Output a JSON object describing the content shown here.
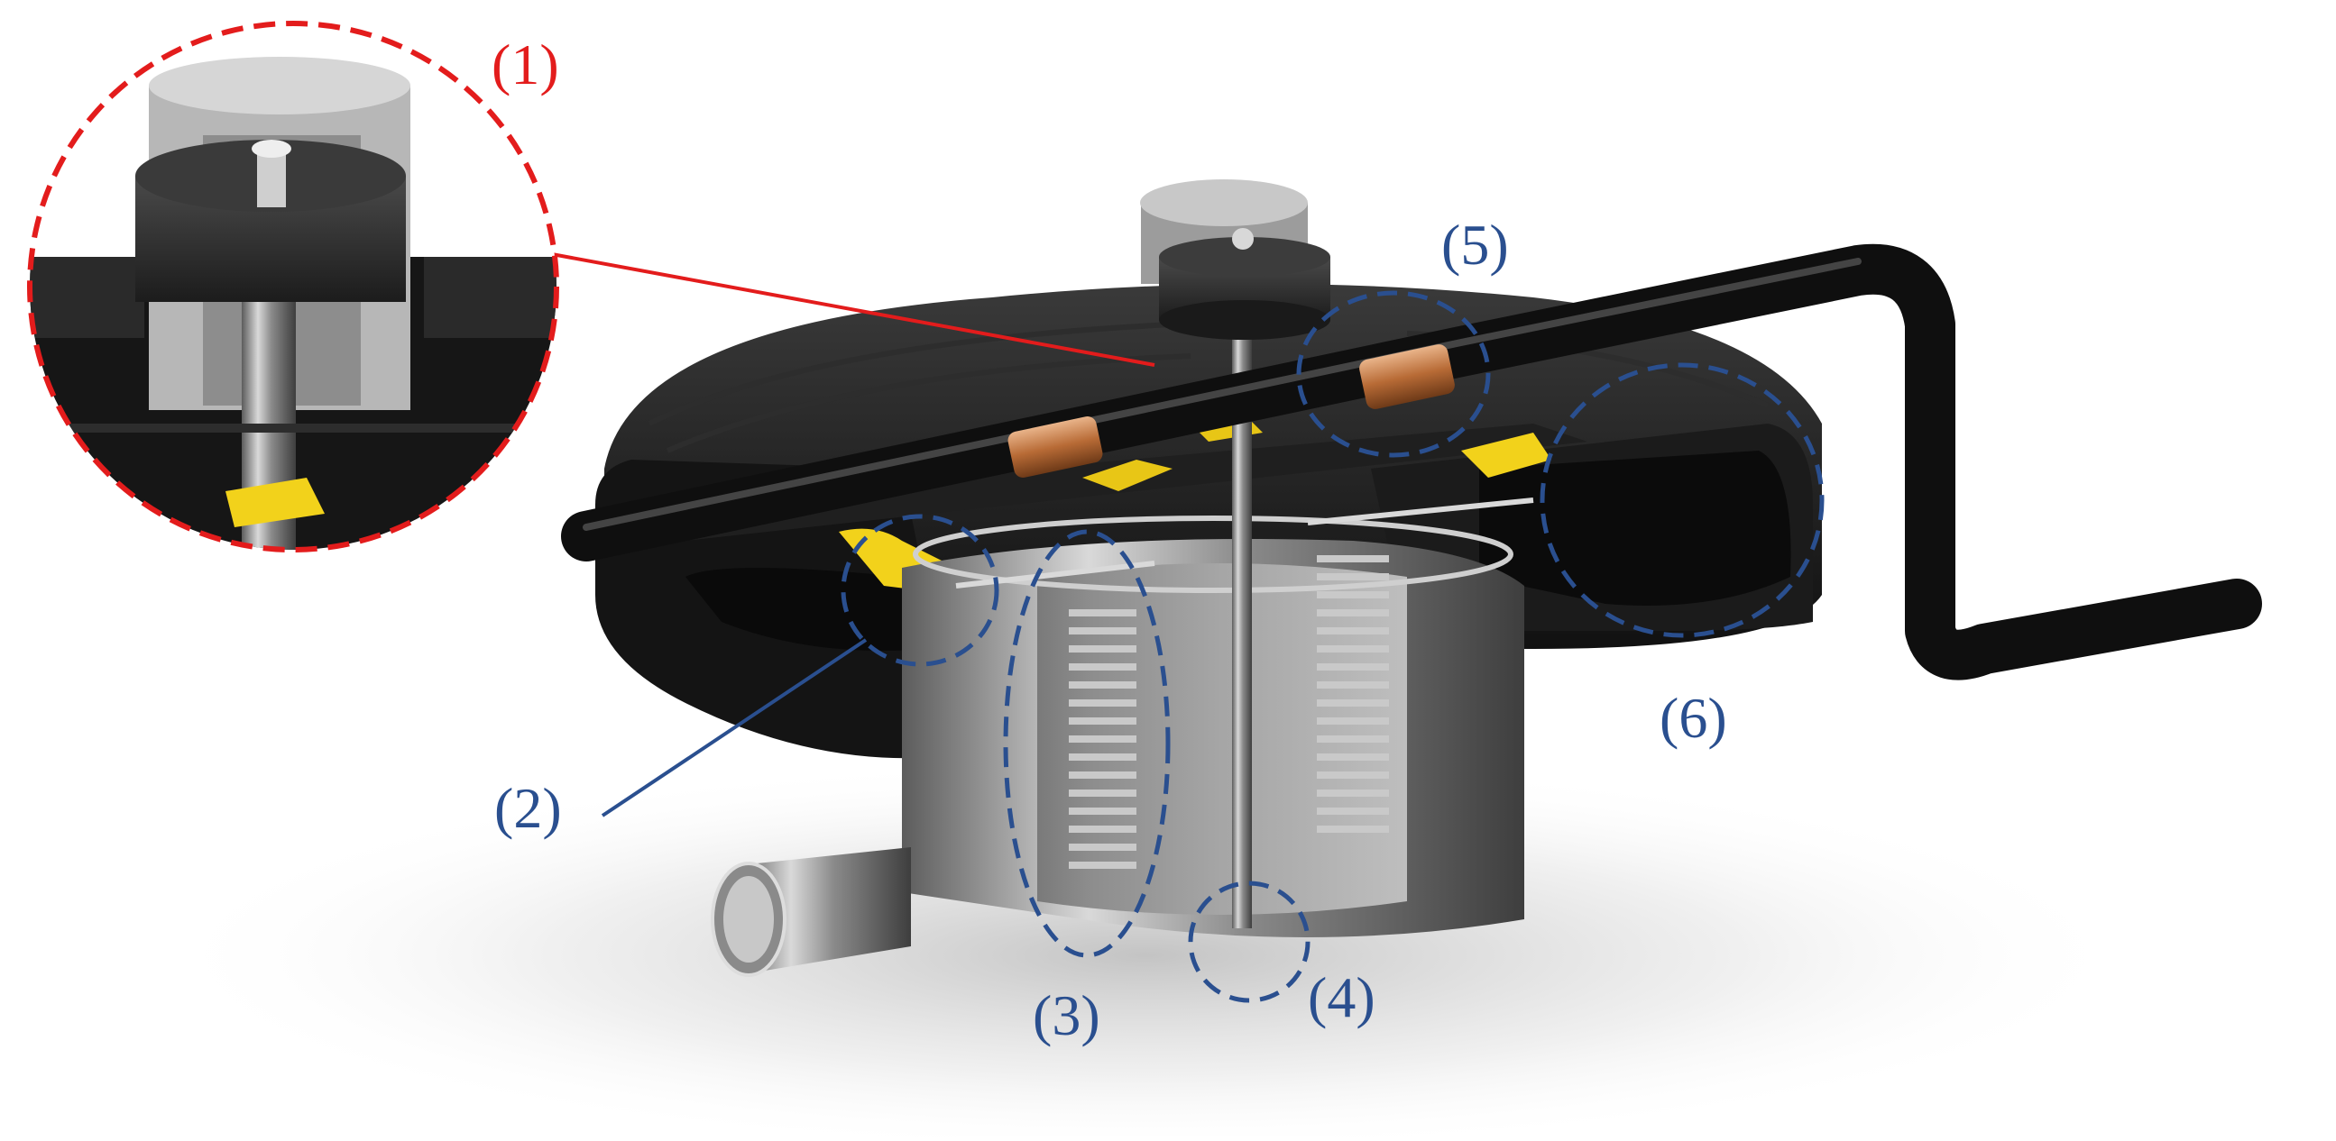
{
  "labels": {
    "l1": "(1)",
    "l2": "(2)",
    "l3": "(3)",
    "l4": "(4)",
    "l5": "(5)",
    "l6": "(6)"
  },
  "colors": {
    "callout_red": "#e31c1c",
    "callout_blue": "#2a4f8f",
    "housing_dark": "#1a1a1a",
    "steel": "#b8b8b8",
    "copper": "#c07a45",
    "yellow_clip": "#f2d21b"
  }
}
